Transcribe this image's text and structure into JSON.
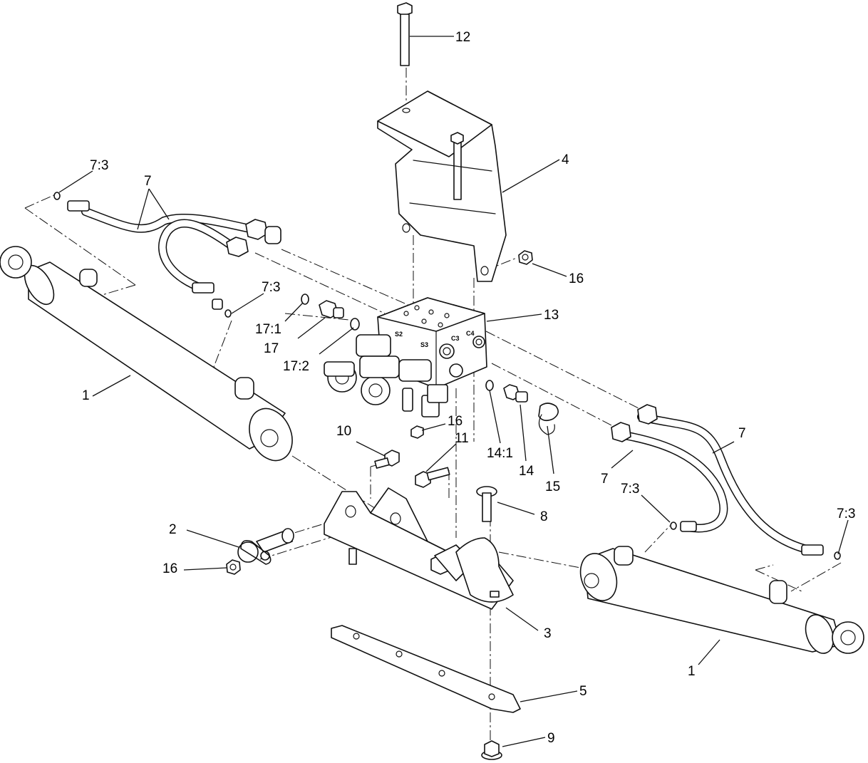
{
  "diagram": {
    "callouts": [
      {
        "id": "c-12",
        "label": "12"
      },
      {
        "id": "c-4",
        "label": "4"
      },
      {
        "id": "c-16-top",
        "label": "16"
      },
      {
        "id": "c-13",
        "label": "13"
      },
      {
        "id": "c-7-3-a",
        "label": "7:3"
      },
      {
        "id": "c-7-a",
        "label": "7"
      },
      {
        "id": "c-7-3-b",
        "label": "7:3"
      },
      {
        "id": "c-17-1",
        "label": "17:1"
      },
      {
        "id": "c-17",
        "label": "17"
      },
      {
        "id": "c-17-2",
        "label": "17:2"
      },
      {
        "id": "c-1-left",
        "label": "1"
      },
      {
        "id": "c-16-mid",
        "label": "16"
      },
      {
        "id": "c-10",
        "label": "10"
      },
      {
        "id": "c-11",
        "label": "11"
      },
      {
        "id": "c-14-1",
        "label": "14:1"
      },
      {
        "id": "c-14",
        "label": "14"
      },
      {
        "id": "c-15",
        "label": "15"
      },
      {
        "id": "c-7-b",
        "label": "7"
      },
      {
        "id": "c-7-c",
        "label": "7"
      },
      {
        "id": "c-7-3-c",
        "label": "7:3"
      },
      {
        "id": "c-7-3-d",
        "label": "7:3"
      },
      {
        "id": "c-8",
        "label": "8"
      },
      {
        "id": "c-2",
        "label": "2"
      },
      {
        "id": "c-16-bottom",
        "label": "16"
      },
      {
        "id": "c-3",
        "label": "3"
      },
      {
        "id": "c-1-right",
        "label": "1"
      },
      {
        "id": "c-5",
        "label": "5"
      },
      {
        "id": "c-9",
        "label": "9"
      }
    ],
    "valve_markings": {
      "s2": "S2",
      "s3": "S3",
      "c3": "C3",
      "c4": "C4"
    }
  }
}
